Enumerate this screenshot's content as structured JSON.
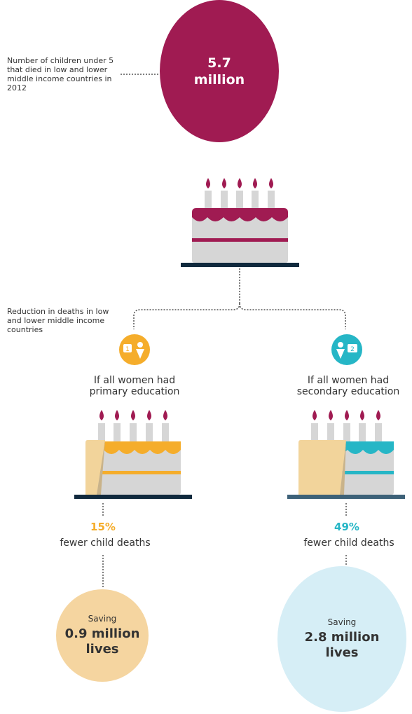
{
  "top": {
    "note": "Number of children under 5 that died in low and lower middle income countries in 2012",
    "value_line1": "5.7",
    "value_line2": "million",
    "circle_color": "#a01b52"
  },
  "reduction_note": "Reduction in deaths in low and lower middle income countries",
  "colors": {
    "candle": "#d6d6d6",
    "flame": "#a01b52",
    "navy": "#10293d",
    "primary_orange": "#f5ad2b",
    "secondary_teal": "#26b6c6",
    "slice": "#f2d49b"
  },
  "left": {
    "icon": "education-level-1-icon",
    "label_line1": "If all women had",
    "label_line2": "primary education",
    "percent": "15%",
    "percent_caption": "fewer child deaths",
    "saving_label": "Saving",
    "saving_line1": "0.9 million",
    "saving_line2": "lives",
    "circle_color": "#f5d5a0"
  },
  "right": {
    "icon": "education-level-2-icon",
    "label_line1": "If all women had",
    "label_line2": "secondary education",
    "percent": "49%",
    "percent_caption": "fewer child deaths",
    "saving_label": "Saving",
    "saving_line1": "2.8 million",
    "saving_line2": "lives",
    "circle_color": "#d6eef6"
  }
}
